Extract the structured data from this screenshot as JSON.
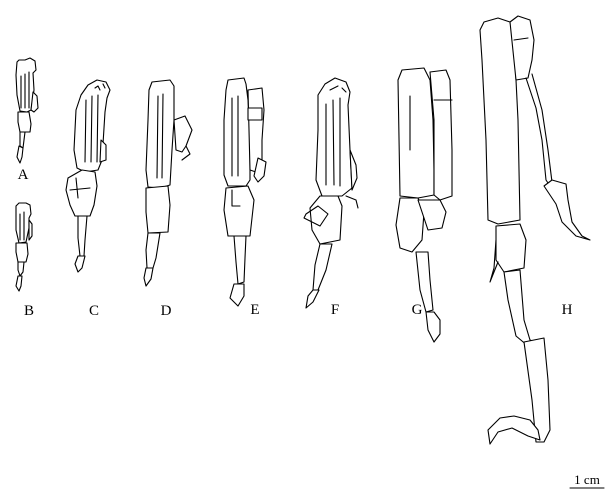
{
  "labels": {
    "A": "A",
    "B": "B",
    "C": "C",
    "D": "D",
    "E": "E",
    "F": "F",
    "G": "G",
    "H": "H"
  },
  "scale_bar": {
    "text": "1 cm"
  },
  "colors": {
    "stroke": "#000000",
    "fill": "#ffffff",
    "background": "#ffffff"
  }
}
